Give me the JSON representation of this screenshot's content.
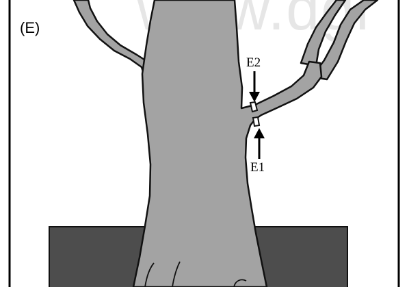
{
  "figure": {
    "panel_label": "(E)",
    "watermark_text": "www.dgi",
    "callouts": {
      "top": "E2",
      "bottom": "E1"
    }
  },
  "colors": {
    "trunk_fill": "#a3a3a3",
    "outline": "#111111",
    "ground_fill": "#4d4d4d",
    "background": "#ffffff",
    "watermark": "#e6e6e6"
  }
}
